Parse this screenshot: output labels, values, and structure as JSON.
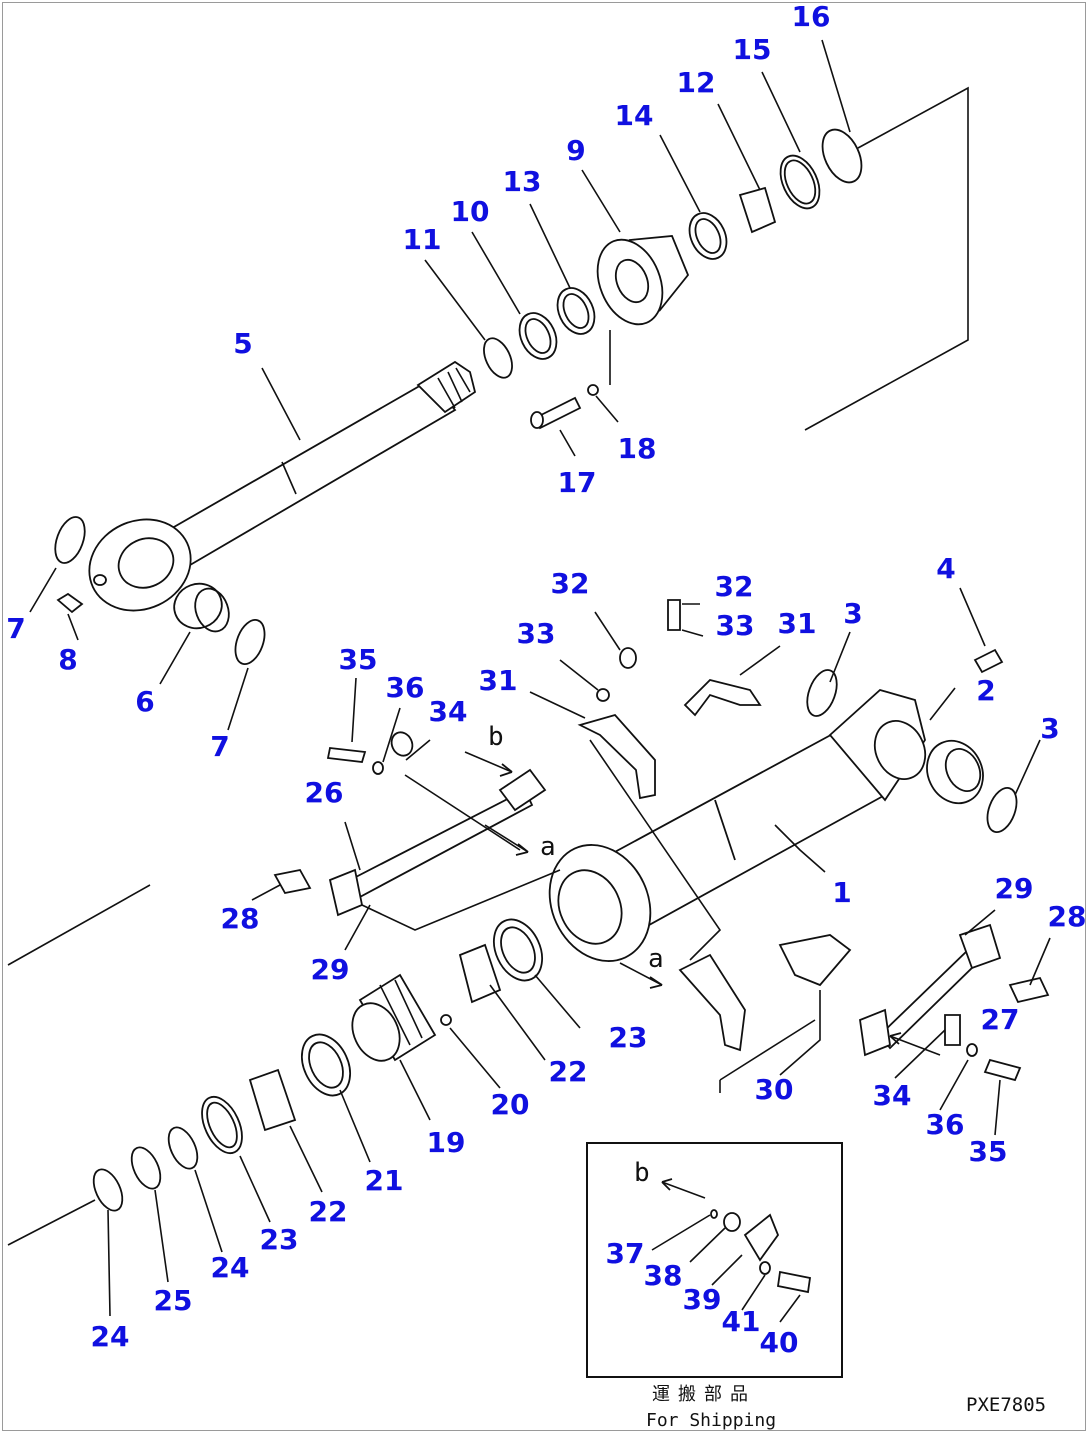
{
  "drawing": {
    "code": "PXE7805",
    "caption_jp": "運搬部品",
    "caption_en": "For Shipping",
    "arrow_letters": [
      "b",
      "a",
      "a",
      "b"
    ]
  },
  "colors": {
    "label": "#1010e0",
    "line": "#111111"
  },
  "labels": [
    {
      "id": "16",
      "text": "16"
    },
    {
      "id": "15",
      "text": "15"
    },
    {
      "id": "12",
      "text": "12"
    },
    {
      "id": "14",
      "text": "14"
    },
    {
      "id": "9",
      "text": "9"
    },
    {
      "id": "13",
      "text": "13"
    },
    {
      "id": "10",
      "text": "10"
    },
    {
      "id": "11",
      "text": "11"
    },
    {
      "id": "5",
      "text": "5"
    },
    {
      "id": "18",
      "text": "18"
    },
    {
      "id": "17",
      "text": "17"
    },
    {
      "id": "7a",
      "text": "7"
    },
    {
      "id": "8",
      "text": "8"
    },
    {
      "id": "6",
      "text": "6"
    },
    {
      "id": "7b",
      "text": "7"
    },
    {
      "id": "32a",
      "text": "32"
    },
    {
      "id": "32b",
      "text": "32"
    },
    {
      "id": "33a",
      "text": "33"
    },
    {
      "id": "33b",
      "text": "33"
    },
    {
      "id": "31a",
      "text": "31"
    },
    {
      "id": "31b",
      "text": "31"
    },
    {
      "id": "3a",
      "text": "3"
    },
    {
      "id": "4",
      "text": "4"
    },
    {
      "id": "2",
      "text": "2"
    },
    {
      "id": "3b",
      "text": "3"
    },
    {
      "id": "35a",
      "text": "35"
    },
    {
      "id": "36a",
      "text": "36"
    },
    {
      "id": "34a",
      "text": "34"
    },
    {
      "id": "26",
      "text": "26"
    },
    {
      "id": "1",
      "text": "1"
    },
    {
      "id": "29a",
      "text": "29"
    },
    {
      "id": "28a",
      "text": "28"
    },
    {
      "id": "29b",
      "text": "29"
    },
    {
      "id": "28b",
      "text": "28"
    },
    {
      "id": "27",
      "text": "27"
    },
    {
      "id": "23a",
      "text": "23"
    },
    {
      "id": "22a",
      "text": "22"
    },
    {
      "id": "20",
      "text": "20"
    },
    {
      "id": "19",
      "text": "19"
    },
    {
      "id": "30",
      "text": "30"
    },
    {
      "id": "34b",
      "text": "34"
    },
    {
      "id": "36b",
      "text": "36"
    },
    {
      "id": "35b",
      "text": "35"
    },
    {
      "id": "21",
      "text": "21"
    },
    {
      "id": "22b",
      "text": "22"
    },
    {
      "id": "23b",
      "text": "23"
    },
    {
      "id": "24a",
      "text": "24"
    },
    {
      "id": "25",
      "text": "25"
    },
    {
      "id": "24b",
      "text": "24"
    },
    {
      "id": "37",
      "text": "37"
    },
    {
      "id": "38",
      "text": "38"
    },
    {
      "id": "39",
      "text": "39"
    },
    {
      "id": "41",
      "text": "41"
    },
    {
      "id": "40",
      "text": "40"
    }
  ]
}
